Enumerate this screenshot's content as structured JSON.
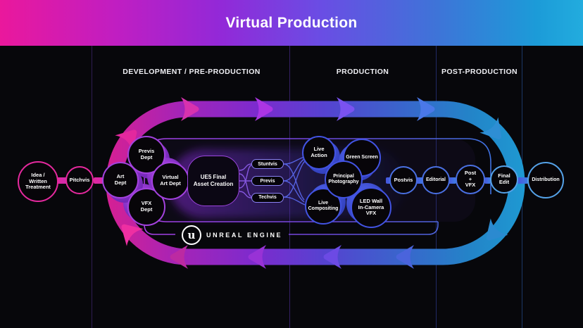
{
  "header": {
    "title": "Virtual Production"
  },
  "phases": {
    "development": "DEVELOPMENT / PRE-PRODUCTION",
    "production": "PRODUCTION",
    "post": "POST-PRODUCTION"
  },
  "nodes": {
    "idea": "Idea /\nWritten\nTreatment",
    "pitchvis": "Pitchvis",
    "art_dept": "Art\nDept",
    "previs_dept": "Previs\nDept",
    "virtual_art_dept": "Virtual\nArt Dept",
    "vfx_dept": "VFX\nDept",
    "ue5_asset": "UE5 Final\nAsset Creation",
    "stuntvis": "Stuntvis",
    "previs": "Previs",
    "techvis": "Techvis",
    "live_action": "Live\nAction",
    "green_screen": "Green Screen",
    "principal_photography": "Principal\nPhotography",
    "live_compositing": "Live\nCompositing",
    "led_wall": "LED Wall\nIn-Camera\nVFX",
    "postvis": "Postvis",
    "editorial": "Editorial",
    "post_vfx": "Post\n+\nVFX",
    "final_edit": "Final\nEdit",
    "distribution": "Distribution"
  },
  "brand": {
    "engine": "UNREAL ENGINE",
    "glyph": "u"
  },
  "colors": {
    "accent_pink": "#E5299E",
    "accent_purple": "#9B44DC",
    "accent_blue": "#4253E2",
    "accent_lightblue": "#55A2E8",
    "header_left": "#EA189C",
    "header_right": "#22ACDE"
  }
}
